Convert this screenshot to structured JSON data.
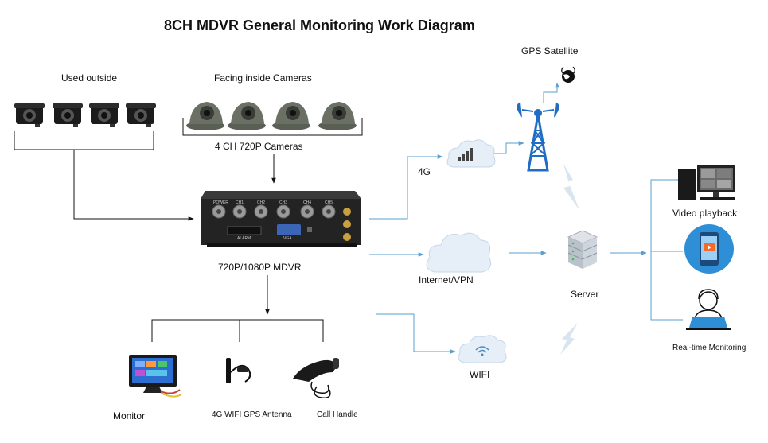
{
  "title": "8CH MDVR General Monitoring Work Diagram",
  "labels": {
    "used_outside": "Used outside",
    "facing_inside": "Facing inside Cameras",
    "cameras_4ch": "4 CH 720P Cameras",
    "mdvr": "720P/1080P MDVR",
    "monitor": "Monitor",
    "antenna": "4G WIFI GPS Antenna",
    "call_handle": "Call Handle",
    "net_4g": "4G",
    "internet_vpn": "Internet/VPN",
    "wifi": "WIFI",
    "gps_satellite": "GPS Satellite",
    "server": "Server",
    "video_playback": "Video playback",
    "realtime_monitoring": "Real-time Monitoring"
  },
  "mdvr_panel": {
    "vga": "VGA",
    "alarm": "ALARM",
    "ports": [
      "POWER",
      "CH1",
      "CH2",
      "CH3",
      "CH4",
      "CH5"
    ]
  },
  "colors": {
    "link_blue": "#5a9fd0",
    "tower_blue": "#1f6ec2",
    "black_line": "#111111",
    "cloud_fill": "#e6eef8",
    "bolt": "#d8e4f0"
  }
}
